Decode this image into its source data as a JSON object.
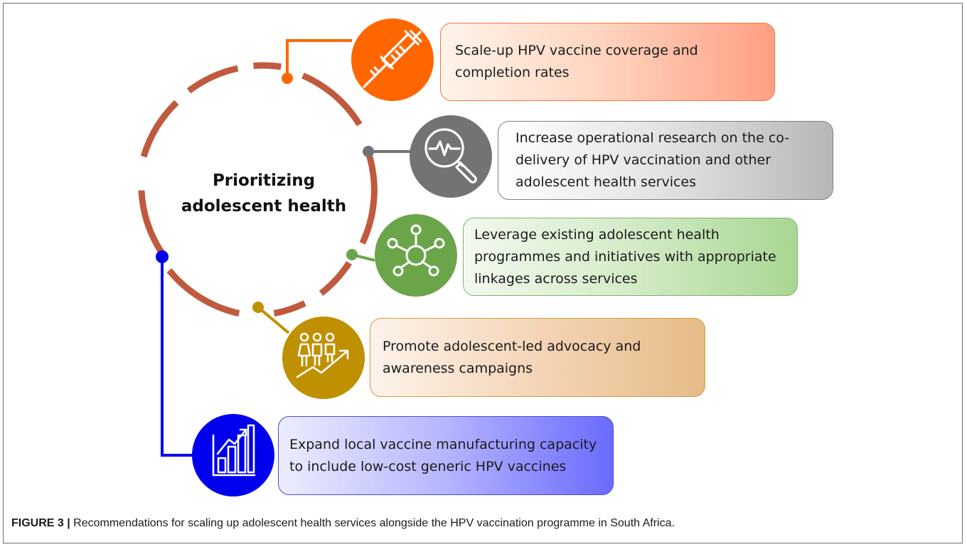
{
  "center": {
    "line1": "Prioritizing",
    "line2": "adolescent health"
  },
  "items": [
    {
      "lines": [
        "Scale-up HPV vaccine coverage and",
        "completion rates"
      ],
      "icon": "syringe-icon",
      "color": "#ff6600"
    },
    {
      "lines": [
        "Increase operational research on the co-",
        "delivery of HPV vaccination and other",
        "adolescent health services"
      ],
      "icon": "magnifier-heartbeat-icon",
      "color": "#737373"
    },
    {
      "lines": [
        "Leverage existing adolescent health",
        "programmes and initiatives with appropriate",
        "linkages across services"
      ],
      "icon": "network-icon",
      "color": "#6ba54a"
    },
    {
      "lines": [
        "Promote adolescent-led advocacy and",
        "awareness campaigns"
      ],
      "icon": "people-growth-icon",
      "color": "#bf9000"
    },
    {
      "lines": [
        "Expand local vaccine manufacturing capacity",
        "to include low-cost generic HPV vaccines"
      ],
      "icon": "bar-chart-growth-icon",
      "color": "#0000ee"
    }
  ],
  "ring_color": "#c05a3e",
  "caption": {
    "label": "FIGURE 3 |",
    "text": " Recommendations for scaling up adolescent health services alongside the HPV vaccination programme in South Africa."
  }
}
